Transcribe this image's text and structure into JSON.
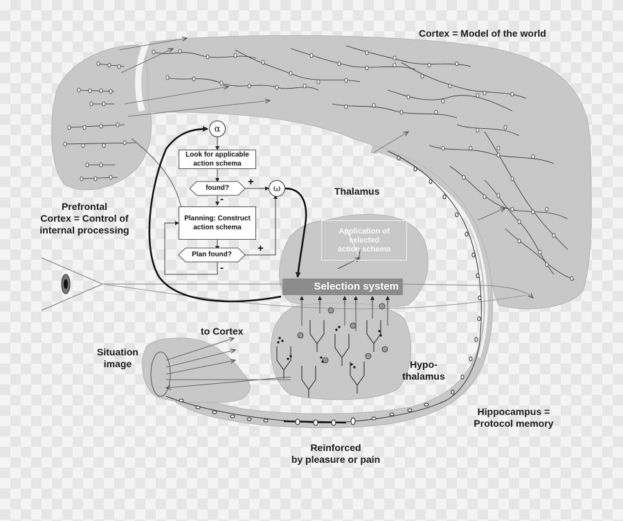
{
  "labels": {
    "cortex_title": "Cortex = Model of the world",
    "prefrontal_line1": "Prefrontal",
    "prefrontal_line2": "Cortex = Control of",
    "prefrontal_line3": "internal processing",
    "thalamus": "Thalamus",
    "situation_line1": "Situation",
    "situation_line2": "image",
    "to_cortex": "to Cortex",
    "hypothalamus_line1": "Hypo-",
    "hypothalamus_line2": "thalamus",
    "hippocampus_line1": "Hippocampus =",
    "hippocampus_line2": "Protocol memory",
    "reinforced_line1": "Reinforced",
    "reinforced_line2": "by pleasure or pain"
  },
  "flowchart": {
    "alpha": "α",
    "omega": "ω",
    "look_line1": "Look for applicable",
    "look_line2": "action schema",
    "found": "found?",
    "planning_line1": "Planning: Construct",
    "planning_line2": "action schema",
    "plan_found": "Plan found?",
    "plus1": "+",
    "minus1": "-",
    "plus2": "+",
    "minus2": "-"
  },
  "selection_system": "Selection system",
  "application_box": {
    "line1": "Application of",
    "line2": "selected",
    "line3": "action schema"
  },
  "colors": {
    "region_fill": "#c8c8c8",
    "region_edge": "#b0b0b0",
    "selection_bar": "#8c8c8c",
    "ink": "#1a1a1a"
  },
  "icons": [
    "eye-icon",
    "neuron-icon",
    "funnel-icon"
  ]
}
